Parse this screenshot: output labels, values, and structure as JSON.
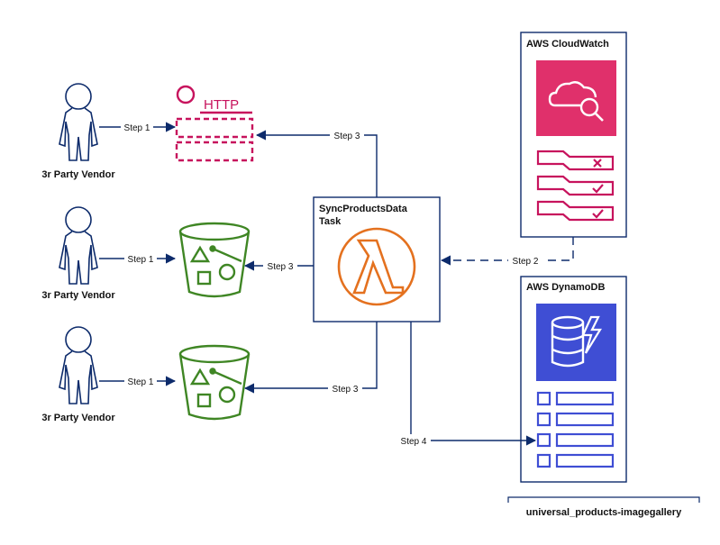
{
  "vendors": [
    {
      "label": "3r Party Vendor"
    },
    {
      "label": "3r Party Vendor"
    },
    {
      "label": "3r Party Vendor"
    }
  ],
  "http_endpoint": {
    "label": "HTTP",
    "icon": "http-endpoint-icon"
  },
  "buckets": [
    {
      "icon": "s3-bucket-icon"
    },
    {
      "icon": "s3-bucket-icon"
    }
  ],
  "lambda_task": {
    "title_line1": "SyncProductsData",
    "title_line2": "Task",
    "icon": "lambda-icon"
  },
  "cloudwatch": {
    "title": "AWS CloudWatch",
    "icon": "cloudwatch-icon"
  },
  "dynamodb": {
    "title": "AWS DynamoDB",
    "icon": "dynamodb-icon",
    "table_name": "universal_products-imagegallery"
  },
  "edges": {
    "v1_to_http": "Step 1",
    "v2_to_bucket1": "Step 1",
    "v3_to_bucket2": "Step 1",
    "lambda_to_http": "Step 3",
    "lambda_to_bucket1": "Step 3",
    "lambda_to_bucket2": "Step 3",
    "cloudwatch_to_lambda": "Step 2",
    "lambda_to_dynamodb": "Step 4"
  },
  "colors": {
    "navy": "#0d2b6b",
    "http": "#c7135d",
    "s3": "#3f8624",
    "lambda": "#e4711f",
    "cloudwatch_bg": "#e0306b",
    "dynamodb_bg": "#3f4ed4"
  }
}
